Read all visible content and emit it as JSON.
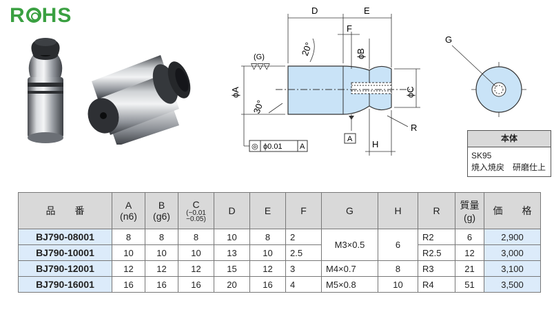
{
  "logo": {
    "text_left": "R",
    "text_right": "HS"
  },
  "drawing": {
    "dims": {
      "D": "D",
      "E": "E",
      "F": "F",
      "G": "G",
      "H": "H",
      "R": "R",
      "phiA": "ϕA",
      "phiB": "ϕB",
      "phiC": "ϕC",
      "angle20": "20°",
      "angle30": "30°",
      "g_mark": "(G)"
    },
    "tolerance": {
      "runout": "◎",
      "value": "ϕ0.01",
      "datum": "A"
    },
    "datum_label": "A"
  },
  "material": {
    "header": "本体",
    "line1": "SK95",
    "line2": "焼入焼戻　研磨仕上"
  },
  "table": {
    "headers": {
      "part": "品　　番",
      "A": "A",
      "A_sub": "(n6)",
      "B": "B",
      "B_sub": "(g6)",
      "C": "C",
      "C_tol_upper": "−0.01",
      "C_tol_lower": "−0.05",
      "D": "D",
      "E": "E",
      "F": "F",
      "G": "G",
      "H": "H",
      "R": "R",
      "mass": "質量",
      "mass_unit": "(g)",
      "price": "価　　格"
    },
    "rows": [
      {
        "part": "BJ790-08001",
        "A": "8",
        "B": "8",
        "C": "8",
        "D": "10",
        "E": "8",
        "F": "2",
        "G": "M3×0.5",
        "H": "6",
        "R": "R2",
        "mass": "6",
        "price": "2,900"
      },
      {
        "part": "BJ790-10001",
        "A": "10",
        "B": "10",
        "C": "10",
        "D": "13",
        "E": "10",
        "F": "2.5",
        "G": "M3×0.5",
        "H": "6",
        "R": "R2.5",
        "mass": "12",
        "price": "3,000"
      },
      {
        "part": "BJ790-12001",
        "A": "12",
        "B": "12",
        "C": "12",
        "D": "15",
        "E": "12",
        "F": "3",
        "G": "M4×0.7",
        "H": "8",
        "R": "R3",
        "mass": "21",
        "price": "3,100"
      },
      {
        "part": "BJ790-16001",
        "A": "16",
        "B": "16",
        "C": "16",
        "D": "20",
        "E": "16",
        "F": "4",
        "G": "M5×0.8",
        "H": "10",
        "R": "R4",
        "mass": "51",
        "price": "3,500"
      }
    ]
  },
  "colors": {
    "logo_green": "#3aa041",
    "part_fill": "#c9e3f7",
    "header_gray": "#d9d9d9",
    "row_blue": "#dcebfa"
  }
}
